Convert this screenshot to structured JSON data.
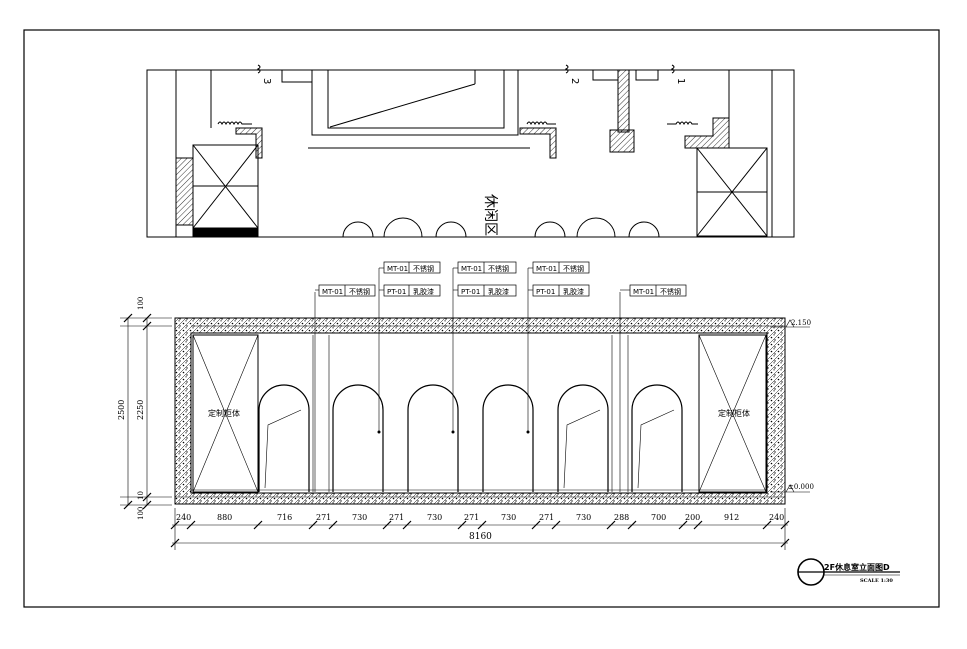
{
  "plan": {
    "area_label": "休闲区",
    "markers": [
      "3",
      "2",
      "1"
    ]
  },
  "elevation": {
    "cabinet_label": "定制柜体",
    "callouts": [
      {
        "code": "MT-01",
        "text": "不锈钢"
      },
      {
        "code": "PT-01",
        "text": "乳胶漆"
      },
      {
        "code": "MT-01",
        "text": "不锈钢"
      },
      {
        "code": "PT-01",
        "text": "乳胶漆"
      },
      {
        "code": "MT-01",
        "text": "不锈钢"
      },
      {
        "code": "PT-01",
        "text": "乳胶漆"
      },
      {
        "code": "MT-01",
        "text": "不锈钢"
      },
      {
        "code": "MT-01",
        "text": "不锈钢"
      }
    ],
    "levels": {
      "top": "2.150",
      "floor": "±0.000"
    },
    "vertical_dims": {
      "upper": "100",
      "main": "2250",
      "lower": "100",
      "total": "2500",
      "top_tick": "100",
      "bottom_tick": "10"
    },
    "horizontal_dims": [
      "240",
      "880",
      "716",
      "271",
      "730",
      "271",
      "730",
      "271",
      "730",
      "271",
      "730",
      "288",
      "700",
      "200",
      "912",
      "240"
    ],
    "total_width": "8160"
  },
  "title_block": {
    "title": "2F休息室立面图D",
    "scale": "SCALE 1:30"
  }
}
